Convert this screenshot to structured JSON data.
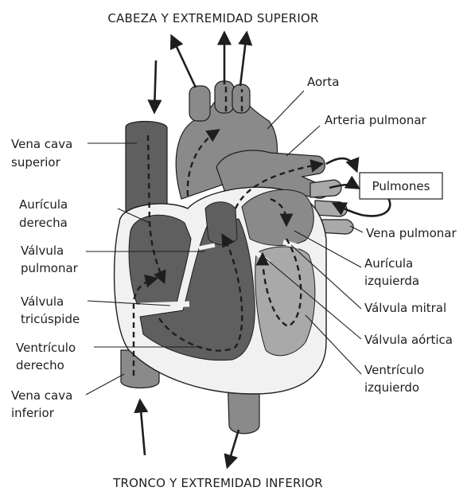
{
  "title_top": "CABEZA Y EXTREMIDAD SUPERIOR",
  "title_bottom": "TRONCO Y EXTREMIDAD INFERIOR",
  "labels": {
    "vena_cava_superior": [
      "Vena cava",
      "superior"
    ],
    "auricula_derecha": [
      "Aurícula",
      "derecha"
    ],
    "valvula_pulmonar": [
      "Válvula",
      "pulmonar"
    ],
    "valvula_tricuspide": [
      "Válvula",
      "tricúspide"
    ],
    "ventriculo_derecho": [
      "Ventrículo",
      "derecho"
    ],
    "vena_cava_inferior": [
      "Vena cava",
      "inferior"
    ],
    "aorta": "Aorta",
    "arteria_pulmonar": "Arteria pulmonar",
    "pulmones": "Pulmones",
    "vena_pulmonar": "Vena pulmonar",
    "auricula_izquierda": [
      "Aurícula",
      "izquierda"
    ],
    "valvula_mitral": "Válvula mitral",
    "valvula_aortica": "Válvula aórtica",
    "ventriculo_izquierdo": [
      "Ventrículo",
      "izquierdo"
    ]
  },
  "colors": {
    "dark_chamber": "#5f5f5f",
    "mid_vessel": "#8a8a8a",
    "light_vessel": "#a9a9a9",
    "wall": "#f1f1f1",
    "line": "#1e1e1e"
  }
}
